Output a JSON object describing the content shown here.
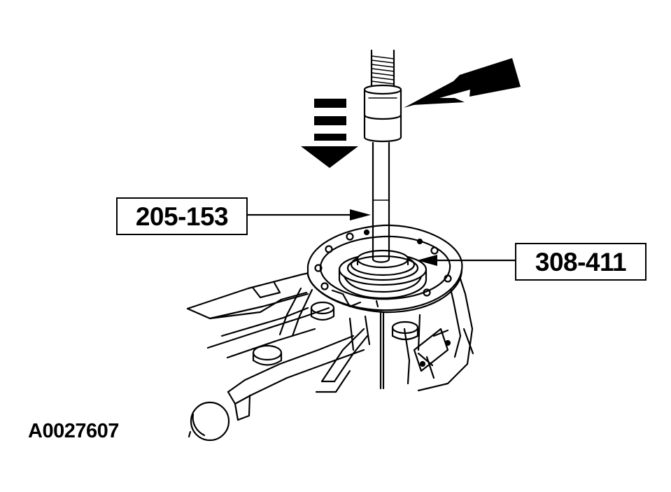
{
  "callouts": {
    "tool_1": "205-153",
    "tool_2": "308-411"
  },
  "figure_id": "A0027607",
  "colors": {
    "ink": "#000000",
    "paper": "#ffffff"
  },
  "icons": [
    "press-direction-arrow-icon",
    "striking-force-arrow-icon",
    "leader-arrow-icon"
  ]
}
